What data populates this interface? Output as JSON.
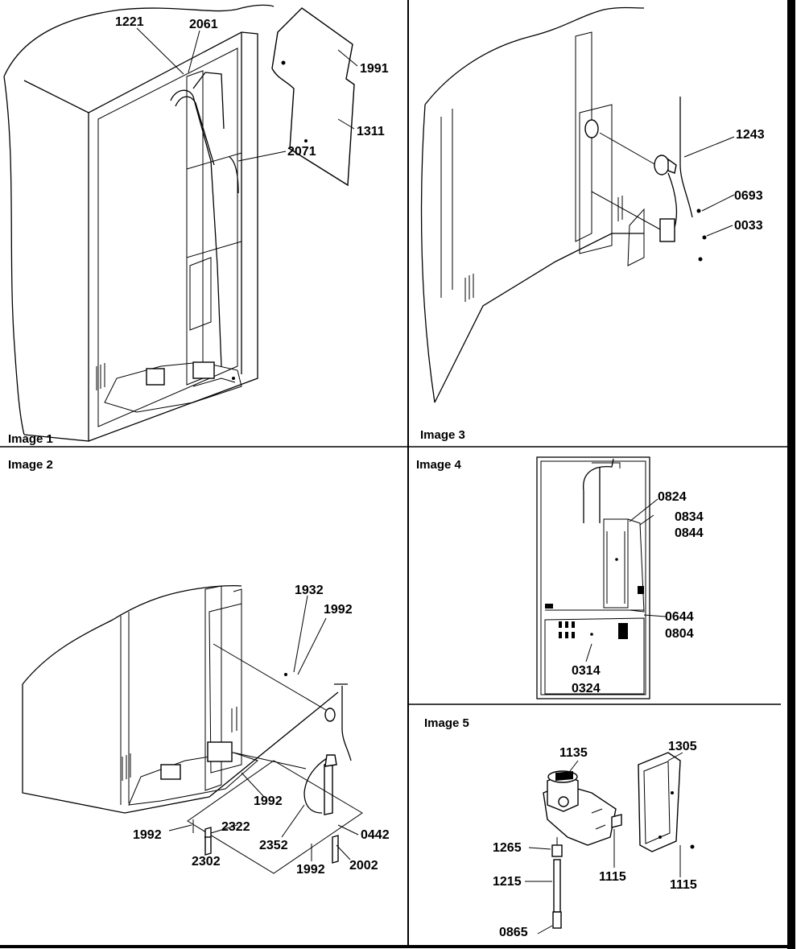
{
  "panels": [
    {
      "id": "image1",
      "caption": "Image 1",
      "callouts": [
        "1221",
        "2061",
        "1991",
        "1311",
        "2071"
      ]
    },
    {
      "id": "image2",
      "caption": "Image 2",
      "callouts": [
        "1932",
        "1992",
        "1992",
        "1992",
        "2322",
        "2352",
        "0442",
        "2302",
        "1992",
        "2002"
      ]
    },
    {
      "id": "image3",
      "caption": "Image 3",
      "callouts": [
        "1243",
        "0693",
        "0033"
      ]
    },
    {
      "id": "image4",
      "caption": "Image 4",
      "callouts": [
        "0824",
        "0834",
        "0844",
        "0644",
        "0804",
        "0314",
        "0324"
      ]
    },
    {
      "id": "image5",
      "caption": "Image 5",
      "callouts": [
        "1135",
        "1305",
        "1265",
        "1215",
        "1115",
        "1115",
        "0865"
      ]
    }
  ]
}
